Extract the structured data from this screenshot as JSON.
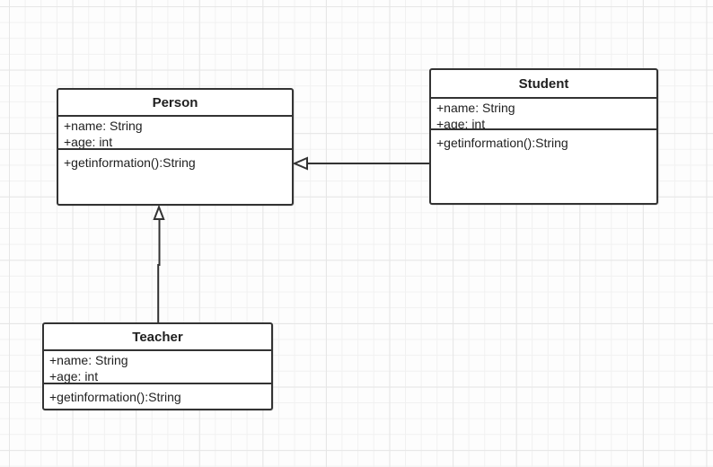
{
  "diagram": {
    "type": "uml-class-diagram",
    "classes": [
      {
        "id": "person",
        "name": "Person",
        "attributes": [
          "+name: String",
          "+age: int"
        ],
        "methods": [
          "+getinformation():String"
        ]
      },
      {
        "id": "student",
        "name": "Student",
        "attributes": [
          "+name: String",
          "+age: int"
        ],
        "methods": [
          "+getinformation():String"
        ]
      },
      {
        "id": "teacher",
        "name": "Teacher",
        "attributes": [
          "+name: String",
          "+age: int"
        ],
        "methods": [
          "+getinformation():String"
        ]
      }
    ],
    "relations": [
      {
        "from": "Student",
        "to": "Person",
        "type": "generalization",
        "arrowhead": "hollow-triangle"
      },
      {
        "from": "Teacher",
        "to": "Person",
        "type": "generalization",
        "arrowhead": "hollow-triangle"
      }
    ],
    "colors": {
      "border": "#333333",
      "text": "#1f1f1f",
      "box_fill": "#ffffff",
      "canvas_bg": "#fdfdfd",
      "grid_minor": "#f1f1f1",
      "grid_major": "#e6e6e6"
    }
  }
}
